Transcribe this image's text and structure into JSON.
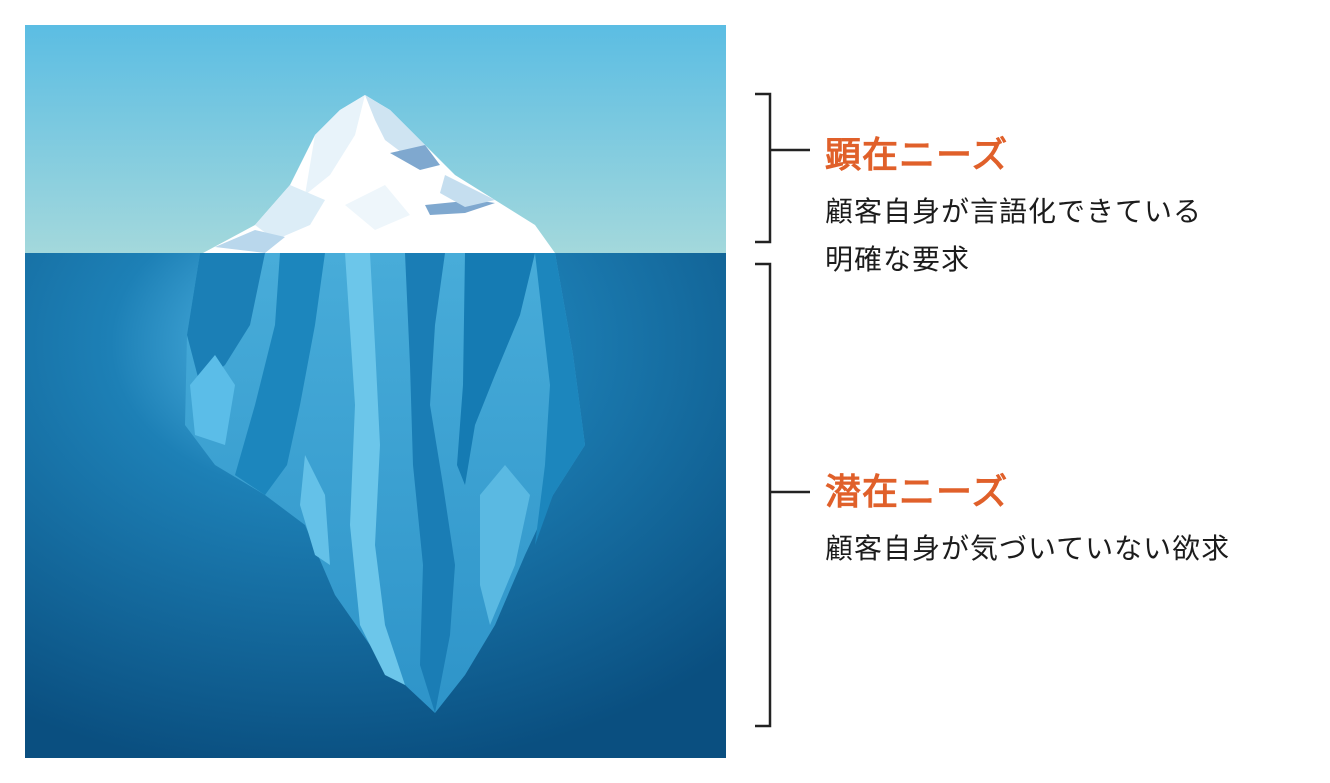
{
  "visible_needs": {
    "title": "顕在ニーズ",
    "description_lines": [
      "顧客自身が言語化できている",
      "明確な要求"
    ]
  },
  "latent_needs": {
    "title": "潜在ニーズ",
    "description_lines": [
      "顧客自身が気づいていない欲求"
    ]
  },
  "colors": {
    "sky_top": "#5bbde3",
    "sky_bottom": "#a3d8dc",
    "sea_top": "#1d7fb4",
    "sea_bottom": "#0a4f80",
    "ice_highlight": "#ffffff",
    "ice_shadow": "#b8d6ea",
    "ice_underwater": "#3fa4d4",
    "ice_underwater_dark": "#1c80b8",
    "ice_underwater_light": "#6ec9ea",
    "title_accent": "#e0602a",
    "bracket": "#222222"
  }
}
